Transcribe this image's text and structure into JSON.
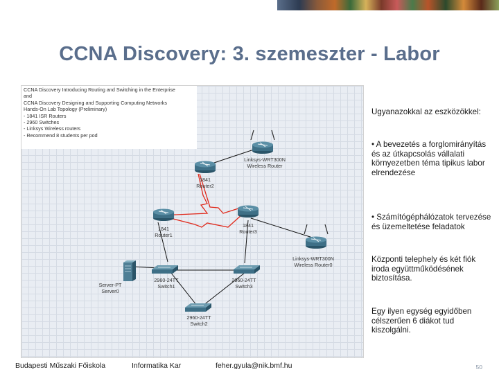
{
  "title": "CCNA Discovery: 3. szemeszter - Labor",
  "diagram": {
    "info_lines": [
      "CCNA Discovery Introducing Routing and Switching in the Enterprise",
      "and",
      "CCNA Discovery Designing and Supporting Computing Networks",
      "Hands-On Lab Topology (Preliminary)",
      "- 1841 ISR Routers",
      "- 2960 Switches",
      "- Linksys Wireless routers",
      "- Recommend 8 students per pod"
    ],
    "devices": {
      "wrt_top": [
        "Linksys-WRT300N",
        "Wireless Router"
      ],
      "router2": [
        "1841",
        "Router2"
      ],
      "router1": [
        "1841",
        "Router1"
      ],
      "router3": [
        "1841",
        "Router3"
      ],
      "wrt_right": [
        "Linksys-WRT300N",
        "Wireless Router0"
      ],
      "switch1": [
        "2960-24TT",
        "Switch1"
      ],
      "switch3": [
        "2960-24TT",
        "Switch3"
      ],
      "switch2": [
        "2960-24TT",
        "Switch2"
      ],
      "server": [
        "Server-PT",
        "Server0"
      ]
    }
  },
  "side": {
    "intro": "Ugyanazokkal az eszközökkel:",
    "bullet1": "• A bevezetés a forglomirányítás és az útkapcsolás vállalati környezetben téma tipikus labor elrendezése",
    "bullet2": "• Számítógéphálózatok tervezése és üzemeltetése feladatok",
    "p3": "Központi telephely és két fiók iroda együttműködésének biztosítása.",
    "p4": "Egy ilyen egység egyidőben célszerűen 6 diákot tud kiszolgálni."
  },
  "footer": {
    "school": "Budapesti Műszaki Főiskola",
    "dept": "Informatika Kar",
    "email": "feher.gyula@nik.bmf.hu",
    "page": "50"
  },
  "colors": {
    "title": "#5a6e8c",
    "device": "#3e6f86",
    "serial_link": "#e02a1c",
    "ethernet_link": "#111111"
  }
}
